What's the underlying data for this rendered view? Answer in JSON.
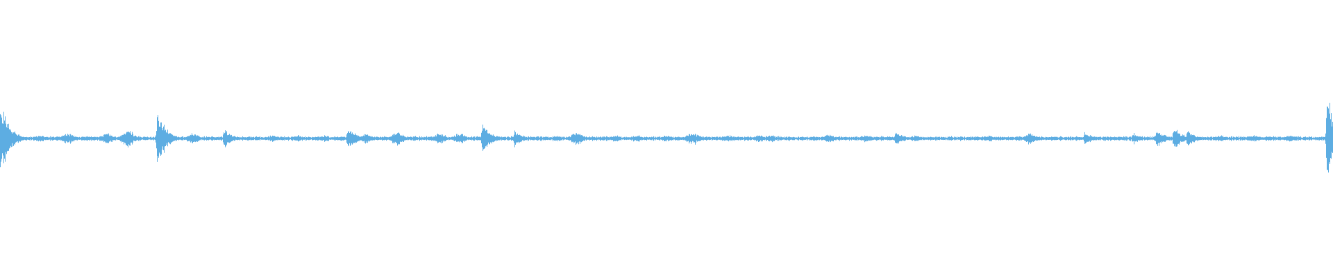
{
  "waveform": {
    "color": "#5DADE2",
    "background": "#ffffff",
    "baseline_amplitude": 0.02,
    "events": [
      {
        "t": 0.0,
        "amp": 0.33,
        "shape": "spike"
      },
      {
        "t": 0.002,
        "amp": 0.1,
        "shape": "swell"
      },
      {
        "t": 0.03,
        "amp": 0.03,
        "shape": "swell"
      },
      {
        "t": 0.051,
        "amp": 0.05,
        "shape": "swell"
      },
      {
        "t": 0.08,
        "amp": 0.05,
        "shape": "swell"
      },
      {
        "t": 0.096,
        "amp": 0.08,
        "shape": "swell"
      },
      {
        "t": 0.118,
        "amp": 0.24,
        "shape": "spike"
      },
      {
        "t": 0.145,
        "amp": 0.05,
        "shape": "swell"
      },
      {
        "t": 0.168,
        "amp": 0.08,
        "shape": "spike"
      },
      {
        "t": 0.205,
        "amp": 0.03,
        "shape": "swell"
      },
      {
        "t": 0.223,
        "amp": 0.03,
        "shape": "swell"
      },
      {
        "t": 0.243,
        "amp": 0.03,
        "shape": "swell"
      },
      {
        "t": 0.261,
        "amp": 0.1,
        "shape": "spike"
      },
      {
        "t": 0.275,
        "amp": 0.04,
        "shape": "swell"
      },
      {
        "t": 0.298,
        "amp": 0.06,
        "shape": "swell"
      },
      {
        "t": 0.33,
        "amp": 0.05,
        "shape": "swell"
      },
      {
        "t": 0.345,
        "amp": 0.05,
        "shape": "swell"
      },
      {
        "t": 0.362,
        "amp": 0.13,
        "shape": "spike"
      },
      {
        "t": 0.386,
        "amp": 0.07,
        "shape": "spike"
      },
      {
        "t": 0.418,
        "amp": 0.03,
        "shape": "swell"
      },
      {
        "t": 0.433,
        "amp": 0.06,
        "shape": "swell"
      },
      {
        "t": 0.462,
        "amp": 0.03,
        "shape": "swell"
      },
      {
        "t": 0.478,
        "amp": 0.03,
        "shape": "swell"
      },
      {
        "t": 0.5,
        "amp": 0.03,
        "shape": "swell"
      },
      {
        "t": 0.52,
        "amp": 0.06,
        "shape": "swell"
      },
      {
        "t": 0.547,
        "amp": 0.03,
        "shape": "swell"
      },
      {
        "t": 0.57,
        "amp": 0.03,
        "shape": "swell"
      },
      {
        "t": 0.578,
        "amp": 0.03,
        "shape": "swell"
      },
      {
        "t": 0.622,
        "amp": 0.04,
        "shape": "swell"
      },
      {
        "t": 0.65,
        "amp": 0.03,
        "shape": "swell"
      },
      {
        "t": 0.672,
        "amp": 0.06,
        "shape": "spike"
      },
      {
        "t": 0.688,
        "amp": 0.03,
        "shape": "swell"
      },
      {
        "t": 0.742,
        "amp": 0.03,
        "shape": "swell"
      },
      {
        "t": 0.773,
        "amp": 0.05,
        "shape": "swell"
      },
      {
        "t": 0.814,
        "amp": 0.06,
        "shape": "spike"
      },
      {
        "t": 0.85,
        "amp": 0.05,
        "shape": "spike"
      },
      {
        "t": 0.868,
        "amp": 0.08,
        "shape": "spike"
      },
      {
        "t": 0.881,
        "amp": 0.1,
        "shape": "spike"
      },
      {
        "t": 0.891,
        "amp": 0.07,
        "shape": "spike"
      },
      {
        "t": 0.915,
        "amp": 0.03,
        "shape": "swell"
      },
      {
        "t": 0.94,
        "amp": 0.03,
        "shape": "swell"
      },
      {
        "t": 0.968,
        "amp": 0.03,
        "shape": "swell"
      },
      {
        "t": 0.996,
        "amp": 0.36,
        "shape": "spike"
      }
    ]
  }
}
